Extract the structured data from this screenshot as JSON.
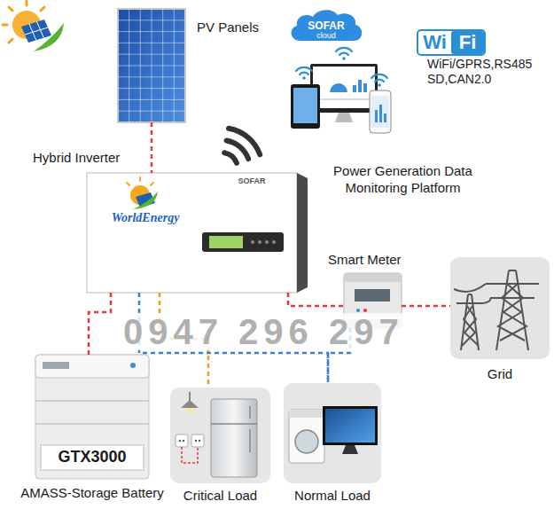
{
  "diagram": {
    "nodes": [
      {
        "text": [
          "PV Panels"
        ]
      },
      {
        "text": [
          "SOFAR",
          "cloud"
        ]
      },
      {
        "text": [
          "Wi",
          "Fi"
        ]
      },
      {
        "text": [
          "Hybrid Inverter",
          "WorldEnergy",
          "SOFAR"
        ]
      },
      {
        "text": [
          "Power Generation Data Monitoring Platform"
        ]
      },
      {
        "text": [
          "Smart Meter"
        ]
      },
      {
        "text": [
          "Grid"
        ]
      },
      {
        "text": [
          "AMASS-Storage Battery",
          "GTX3000"
        ]
      },
      {
        "text": [
          "Critical Load"
        ]
      },
      {
        "text": [
          "Normal Load"
        ]
      }
    ],
    "edges": [
      {
        "from": 0,
        "to": 3,
        "arrow": "none"
      },
      {
        "from": 3,
        "to": 7,
        "arrow": "none"
      },
      {
        "from": 3,
        "to": 8,
        "arrow": "none"
      },
      {
        "from": 3,
        "to": 5,
        "arrow": "none"
      },
      {
        "from": 5,
        "to": 6,
        "arrow": "none"
      },
      {
        "from": 3,
        "to": 9,
        "arrow": "none"
      },
      {
        "from": 5,
        "to": 9,
        "arrow": "none"
      }
    ],
    "labels": [
      "WiFi/GPRS,RS485 SD,CAN2.0",
      "0947 296 297"
    ]
  }
}
